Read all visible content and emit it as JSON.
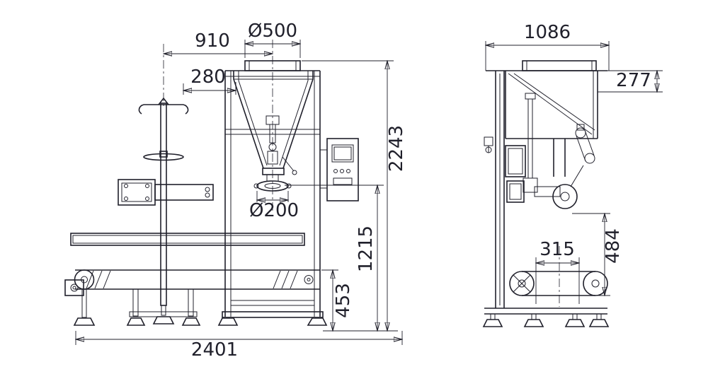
{
  "style": {
    "background": "#ffffff",
    "line_color": "#20202b",
    "text_color": "#20202b"
  },
  "front_view": {
    "name": "packing-machine-front-view",
    "dims": {
      "stand_to_center": "910",
      "hopper_inlet_dia": "Ø500",
      "stand_to_face": "280",
      "total_height": "2243",
      "outlet_dia": "Ø200",
      "discharge_height": "1215",
      "conveyor_height": "453",
      "total_length": "2401"
    }
  },
  "side_view": {
    "name": "packing-machine-side-view",
    "dims": {
      "total_depth": "1086",
      "hopper_offset": "277",
      "clamp_stroke": "484",
      "conveyor_offset": "315"
    }
  }
}
